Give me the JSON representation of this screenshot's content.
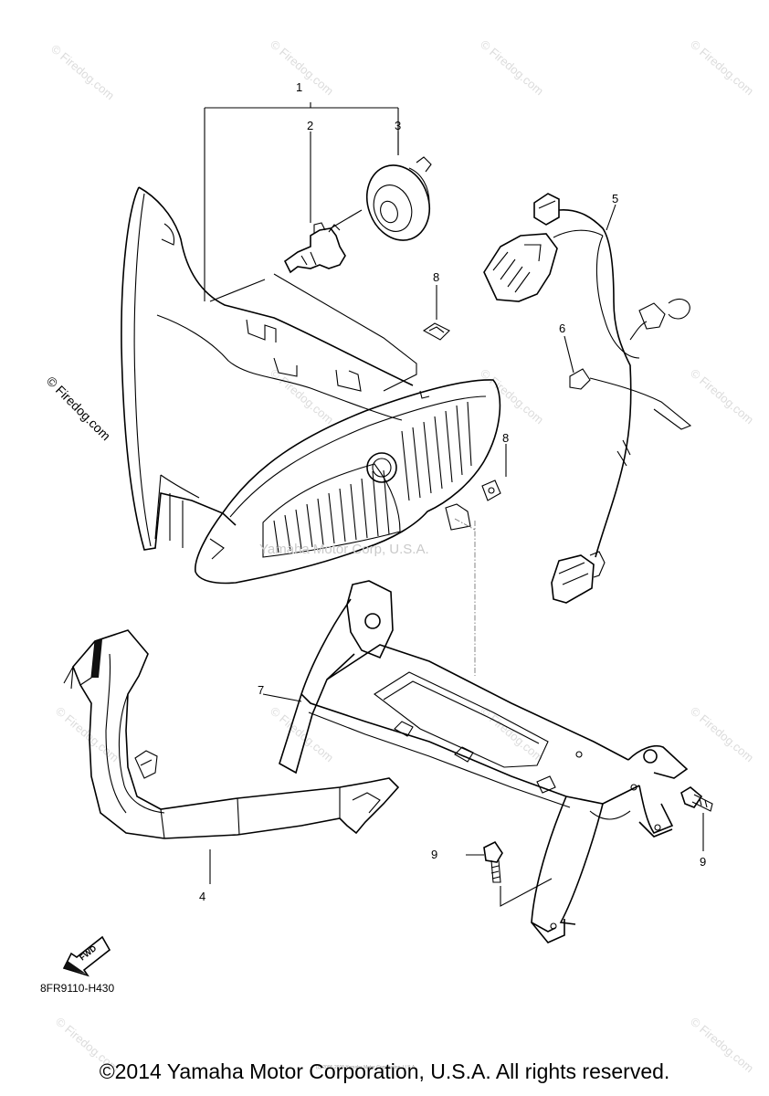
{
  "diagram": {
    "code": "8FR9110-H430",
    "fwd_label": "FWD",
    "parts": [
      {
        "number": "1"
      },
      {
        "number": "2"
      },
      {
        "number": "3"
      },
      {
        "number": "4"
      },
      {
        "number": "5"
      },
      {
        "number": "6"
      },
      {
        "number": "7"
      },
      {
        "number": "8"
      },
      {
        "number": "8"
      },
      {
        "number": "9"
      },
      {
        "number": "9"
      }
    ]
  },
  "watermarks": {
    "center": "Yamaha Motor Corp, U.S.A.",
    "side": "© Firedog.com",
    "faint": "© Firedog.com",
    "tiny": "(c) 2005-2015 Yamaha Motor Corporation, U.S.A."
  },
  "footer": {
    "copyright": "©2014 Yamaha Motor Corporation, U.S.A. All rights reserved."
  }
}
